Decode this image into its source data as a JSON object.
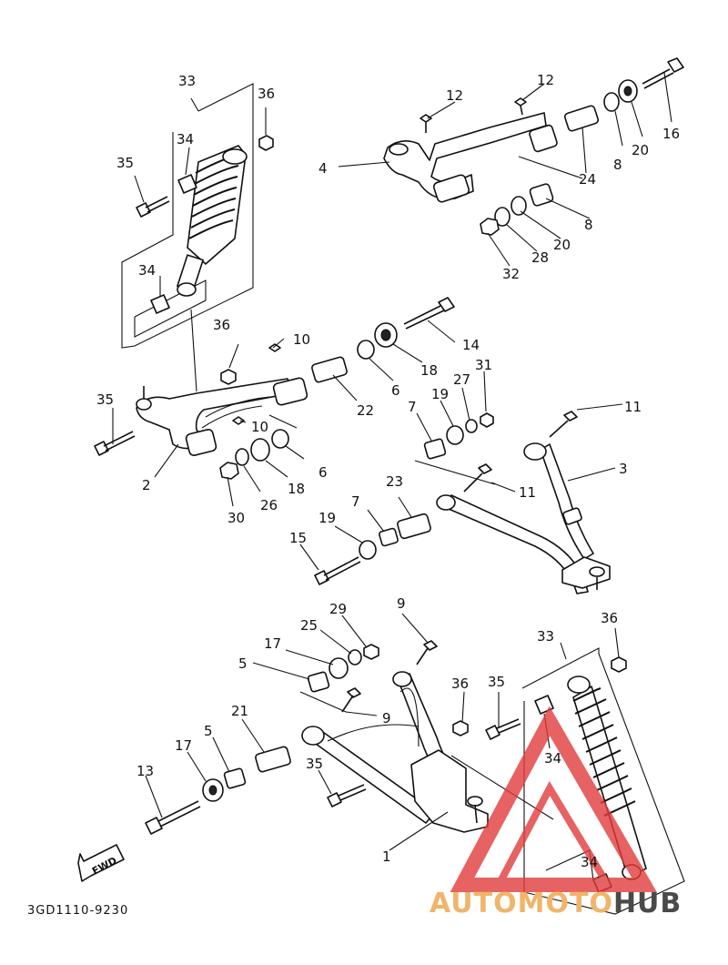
{
  "diagram": {
    "code": "3GD1110-9230",
    "fwd_label": "FWD",
    "labels": [
      {
        "id": "33a",
        "text": "33"
      },
      {
        "id": "36a",
        "text": "36"
      },
      {
        "id": "34a",
        "text": "34"
      },
      {
        "id": "35a",
        "text": "35"
      },
      {
        "id": "34b",
        "text": "34"
      },
      {
        "id": "12a",
        "text": "12"
      },
      {
        "id": "12b",
        "text": "12"
      },
      {
        "id": "4",
        "text": "4"
      },
      {
        "id": "16",
        "text": "16"
      },
      {
        "id": "8a",
        "text": "8"
      },
      {
        "id": "20a",
        "text": "20"
      },
      {
        "id": "24",
        "text": "24"
      },
      {
        "id": "8b",
        "text": "8"
      },
      {
        "id": "20b",
        "text": "20"
      },
      {
        "id": "28",
        "text": "28"
      },
      {
        "id": "32",
        "text": "32"
      },
      {
        "id": "36b",
        "text": "36"
      },
      {
        "id": "10a",
        "text": "10"
      },
      {
        "id": "14",
        "text": "14"
      },
      {
        "id": "18a",
        "text": "18"
      },
      {
        "id": "35b",
        "text": "35"
      },
      {
        "id": "22",
        "text": "22"
      },
      {
        "id": "6a",
        "text": "6"
      },
      {
        "id": "31",
        "text": "31"
      },
      {
        "id": "27",
        "text": "27"
      },
      {
        "id": "19a",
        "text": "19"
      },
      {
        "id": "7a",
        "text": "7"
      },
      {
        "id": "11a",
        "text": "11"
      },
      {
        "id": "10b",
        "text": "10"
      },
      {
        "id": "2",
        "text": "2"
      },
      {
        "id": "18b",
        "text": "18"
      },
      {
        "id": "6b",
        "text": "6"
      },
      {
        "id": "26",
        "text": "26"
      },
      {
        "id": "30",
        "text": "30"
      },
      {
        "id": "3",
        "text": "3"
      },
      {
        "id": "11b",
        "text": "11"
      },
      {
        "id": "23",
        "text": "23"
      },
      {
        "id": "7b",
        "text": "7"
      },
      {
        "id": "19b",
        "text": "19"
      },
      {
        "id": "15",
        "text": "15"
      },
      {
        "id": "9a",
        "text": "9"
      },
      {
        "id": "29",
        "text": "29"
      },
      {
        "id": "25",
        "text": "25"
      },
      {
        "id": "17a",
        "text": "17"
      },
      {
        "id": "5a",
        "text": "5"
      },
      {
        "id": "36c",
        "text": "36"
      },
      {
        "id": "33b",
        "text": "33"
      },
      {
        "id": "36d",
        "text": "36"
      },
      {
        "id": "35c",
        "text": "35"
      },
      {
        "id": "9b",
        "text": "9"
      },
      {
        "id": "21",
        "text": "21"
      },
      {
        "id": "17b",
        "text": "17"
      },
      {
        "id": "5b",
        "text": "5"
      },
      {
        "id": "13",
        "text": "13"
      },
      {
        "id": "35d",
        "text": "35"
      },
      {
        "id": "34c",
        "text": "34"
      },
      {
        "id": "1",
        "text": "1"
      },
      {
        "id": "34d",
        "text": "34"
      }
    ]
  },
  "watermark": {
    "part1": "AUTO",
    "part2": "MOTO",
    "part3": "HUB",
    "color_auto": "#f0b56a",
    "color_moto": "#f0b56a",
    "color_hub": "#4a4a4a",
    "triangle_color": "#e23b3b"
  }
}
